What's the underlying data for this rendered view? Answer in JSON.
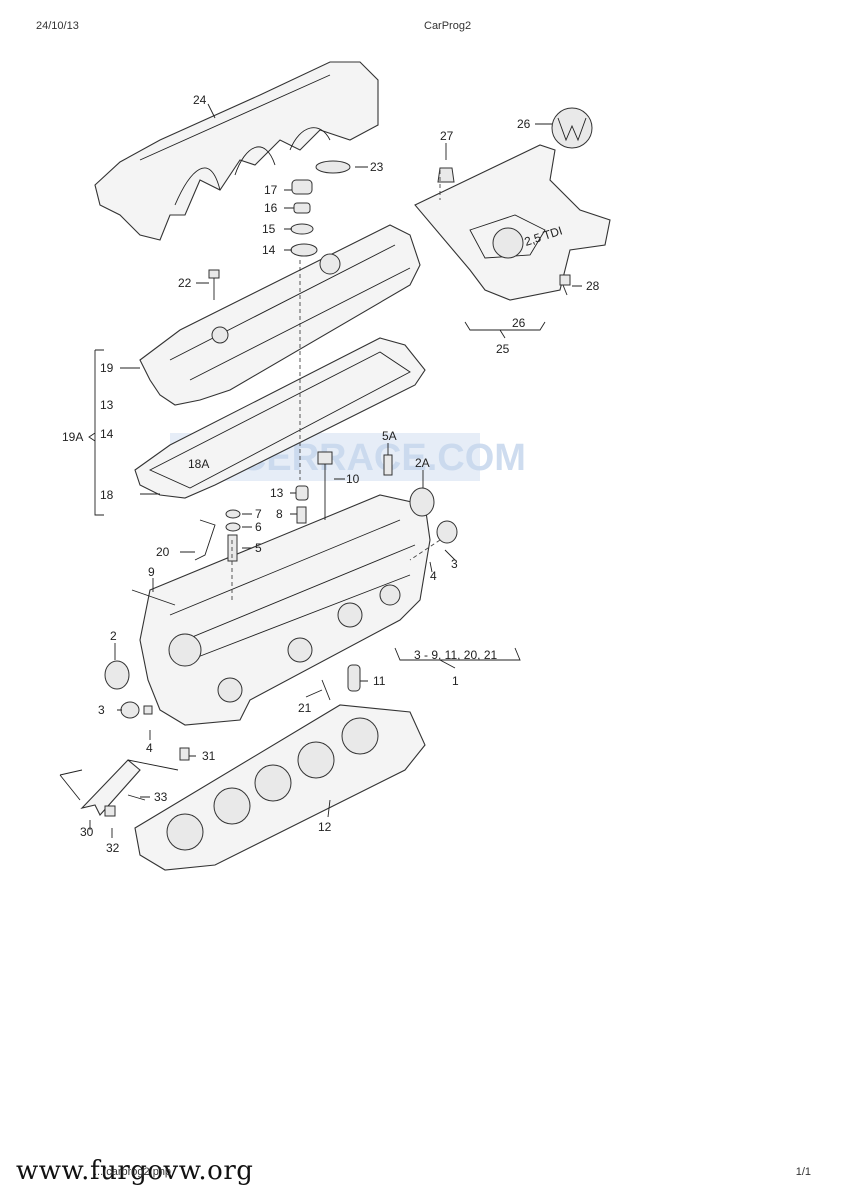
{
  "header": {
    "date": "24/10/13",
    "title": "CarProg2"
  },
  "footer": {
    "url": ".../carprog2.php",
    "page": "1/1",
    "watermark": "www.furgovw.org"
  },
  "diagram": {
    "overlay_text": "ENCERRACE.COM",
    "badge_text": "2,5 TDI",
    "callouts": {
      "p24": "24",
      "p23": "23",
      "p17": "17",
      "p16": "16",
      "p15": "15",
      "p14": "14",
      "p22": "22",
      "p27": "27",
      "p26": "26",
      "p28": "28",
      "p26b": "26",
      "p25": "25",
      "p19": "19",
      "p13a": "13",
      "p19A": "19A",
      "p14b": "14",
      "p18A": "18A",
      "p18": "18",
      "p5A": "5A",
      "p10": "10",
      "p2A": "2A",
      "p13b": "13",
      "p8": "8",
      "p7": "7",
      "p6": "6",
      "p5": "5",
      "p20": "20",
      "p3a": "3",
      "p4a": "4",
      "p9": "9",
      "p2": "2",
      "p1group": "3 - 9, 11, 20, 21",
      "p1": "1",
      "p11": "11",
      "p3b": "3",
      "p21": "21",
      "p4b": "4",
      "p31": "31",
      "p33": "33",
      "p12": "12",
      "p30": "30",
      "p32": "32"
    }
  }
}
